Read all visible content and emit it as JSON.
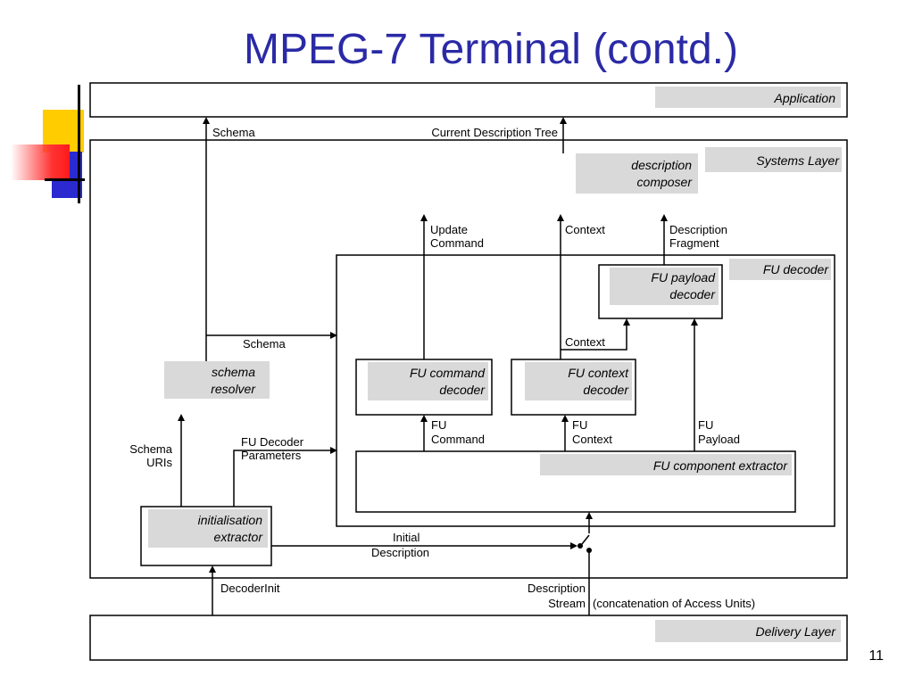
{
  "slide": {
    "title": "MPEG-7 Terminal (contd.)",
    "page_number": "11"
  },
  "diagram": {
    "layers": {
      "application": "Application",
      "systems_layer": "Systems Layer",
      "delivery_layer": "Delivery Layer",
      "fu_decoder": "FU decoder"
    },
    "blocks": {
      "description_composer": [
        "description",
        "composer"
      ],
      "fu_payload_decoder": [
        "FU payload",
        "decoder"
      ],
      "schema_resolver": [
        "schema",
        "resolver"
      ],
      "fu_command_decoder": [
        "FU command",
        "decoder"
      ],
      "fu_context_decoder": [
        "FU context",
        "decoder"
      ],
      "fu_component_extractor": "FU component extractor",
      "initialisation_extractor": [
        "initialisation",
        "extractor"
      ]
    },
    "labels": {
      "schema_top": "Schema",
      "current_description_tree": "Current Description Tree",
      "update_command": [
        "Update",
        "Command"
      ],
      "context_top": "Context",
      "description_fragment": [
        "Description",
        "Fragment"
      ],
      "schema_mid": "Schema",
      "context_mid": "Context",
      "schema_uris": [
        "Schema",
        "URIs"
      ],
      "fu_decoder_parameters": [
        "FU Decoder",
        "Parameters"
      ],
      "fu_command": [
        "FU",
        "Command"
      ],
      "fu_context": [
        "FU",
        "Context"
      ],
      "fu_payload": [
        "FU",
        "Payload"
      ],
      "initial_description": [
        "Initial",
        "Description"
      ],
      "decoder_init": "DecoderInit",
      "description_stream": [
        "Description",
        "Stream"
      ],
      "concatenation": "(concatenation of Access Units)"
    }
  }
}
